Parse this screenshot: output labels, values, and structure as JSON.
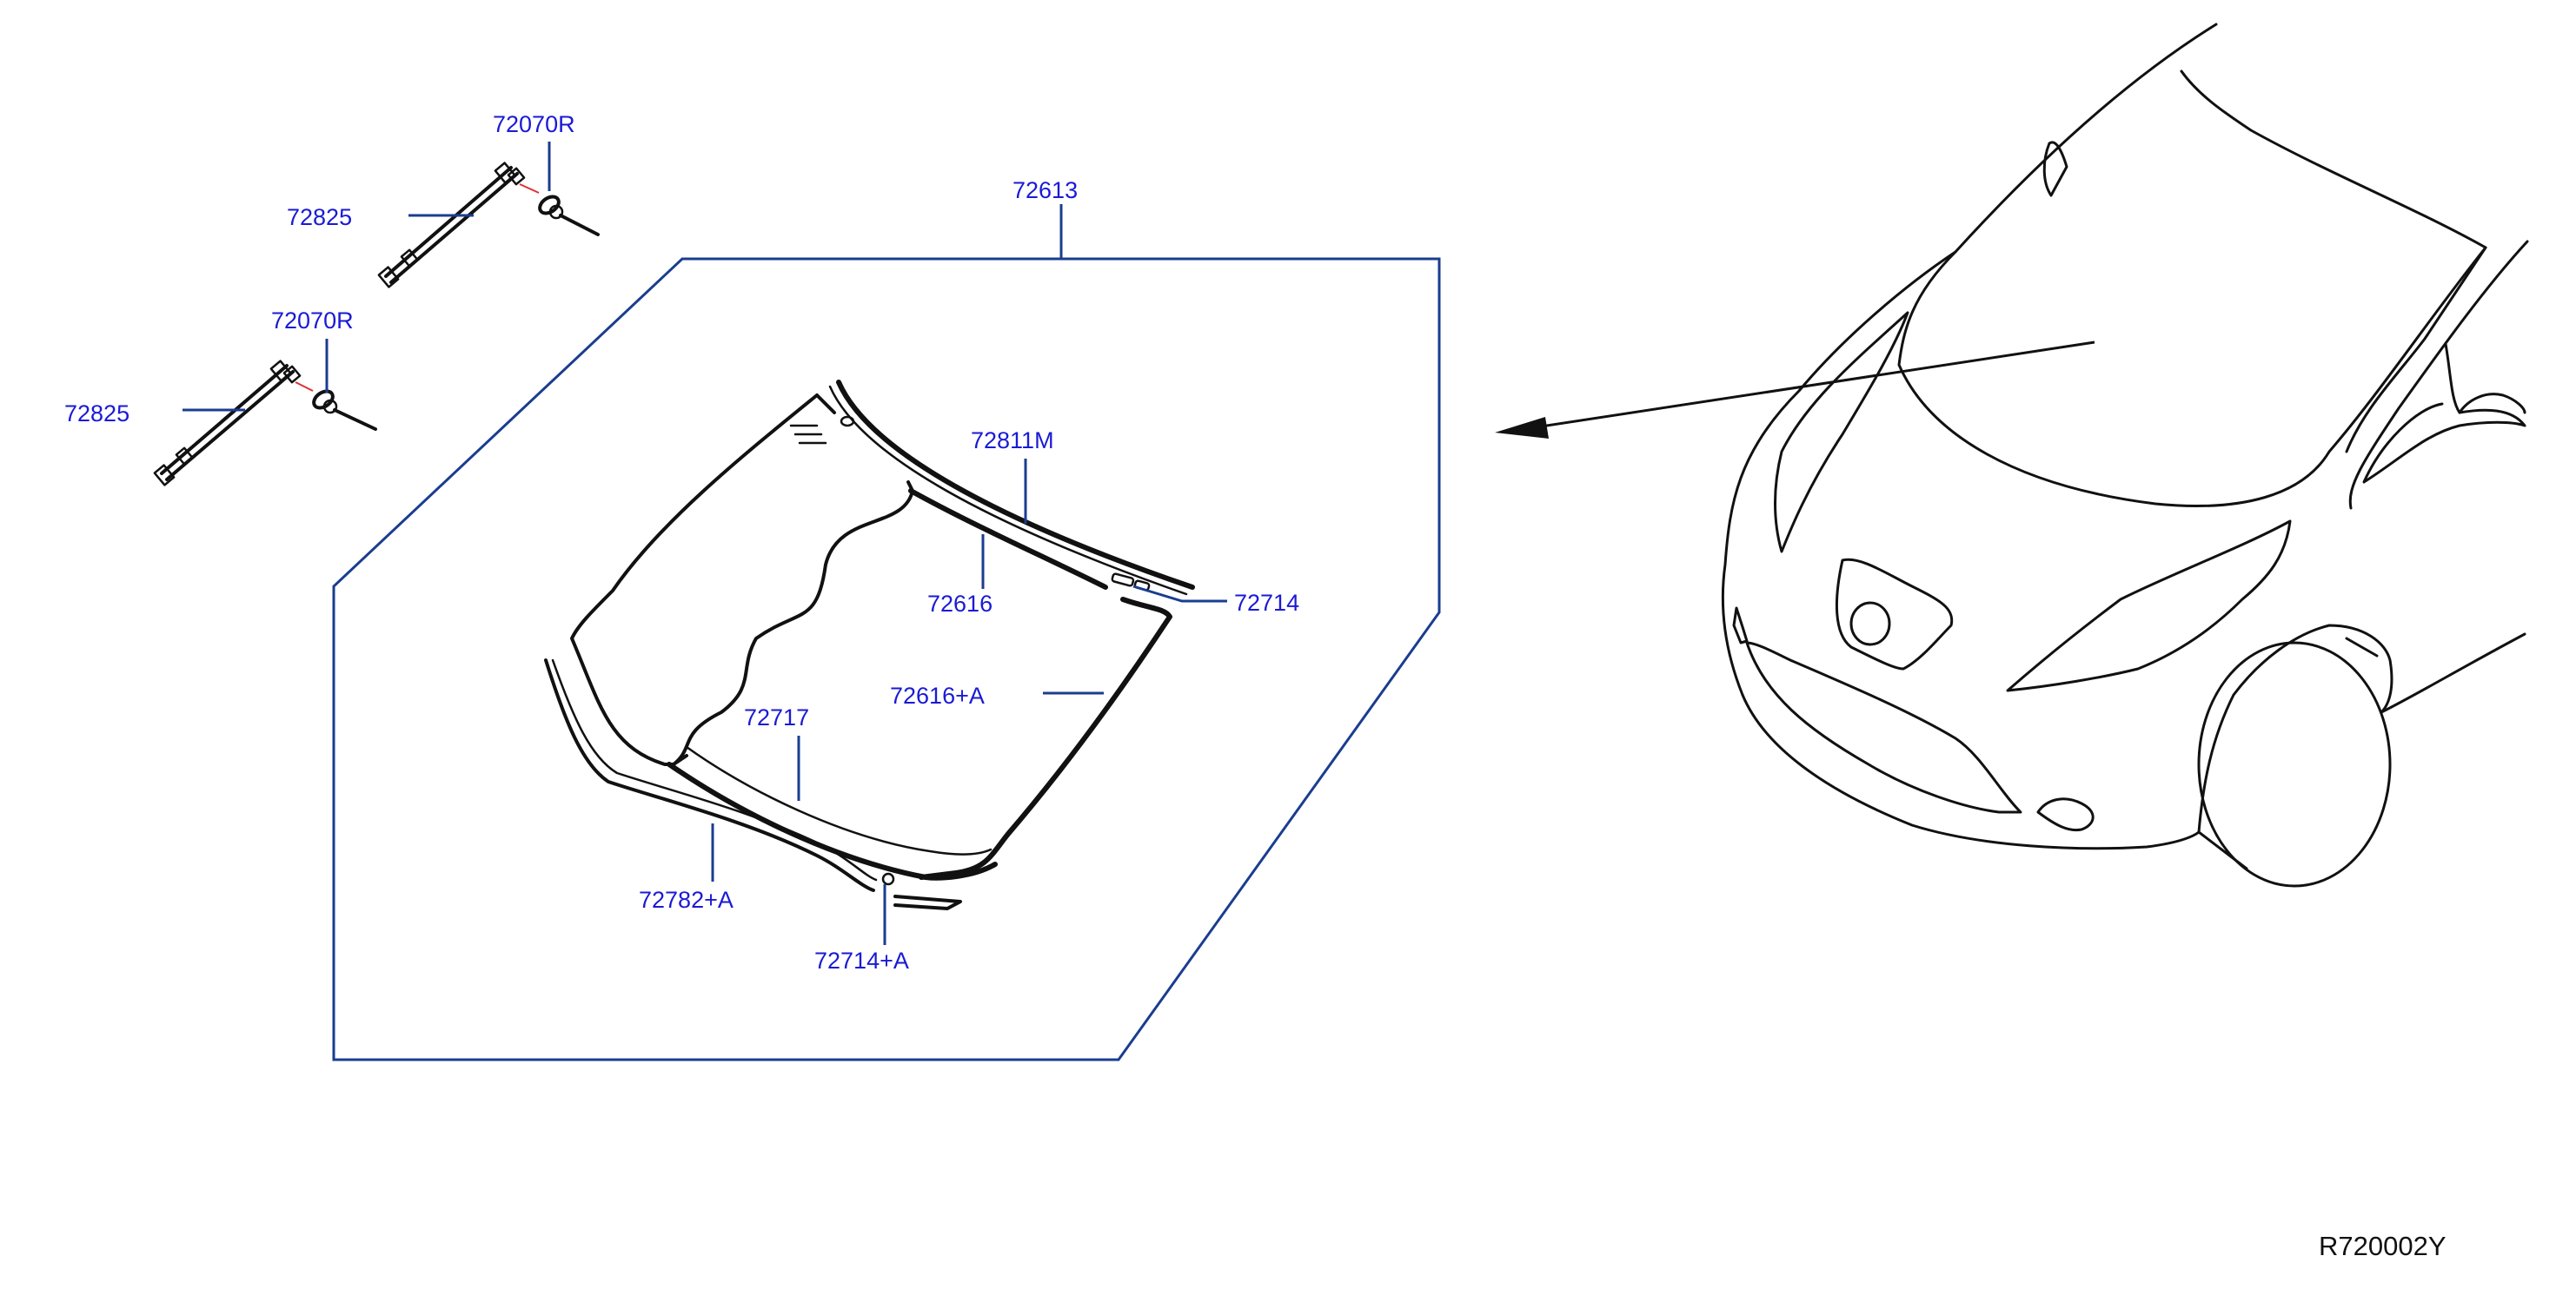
{
  "diagram": {
    "reference_code": "R720002Y",
    "colors": {
      "callout_text": "#1a1ad6",
      "leader_line": "#1a3d8f",
      "part_outline": "#111111",
      "accent_dash": "#e03030"
    },
    "callouts": {
      "upper_clip": "72070R",
      "upper_rod": "72825",
      "lower_clip": "72070R",
      "lower_rod": "72825",
      "glass_assembly": "72613",
      "top_molding": "72811M",
      "top_seal": "72616",
      "side_spacer": "72714",
      "side_seal": "72616+A",
      "lower_seal": "72717",
      "bottom_molding": "72782+A",
      "bottom_spacer": "72714+A"
    }
  }
}
